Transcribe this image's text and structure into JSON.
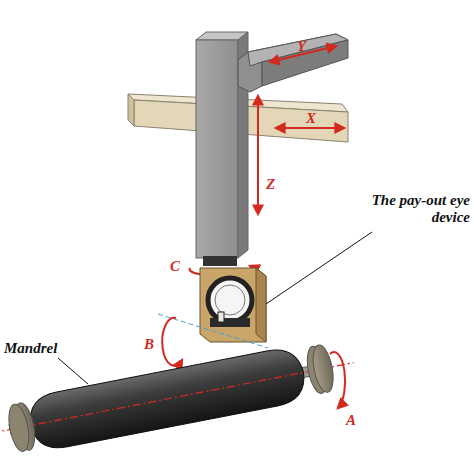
{
  "diagram": {
    "labels": [
      "Y",
      "X",
      "Z",
      "C",
      "The pay-out eye device",
      "B",
      "Mandrel",
      "A"
    ]
  }
}
